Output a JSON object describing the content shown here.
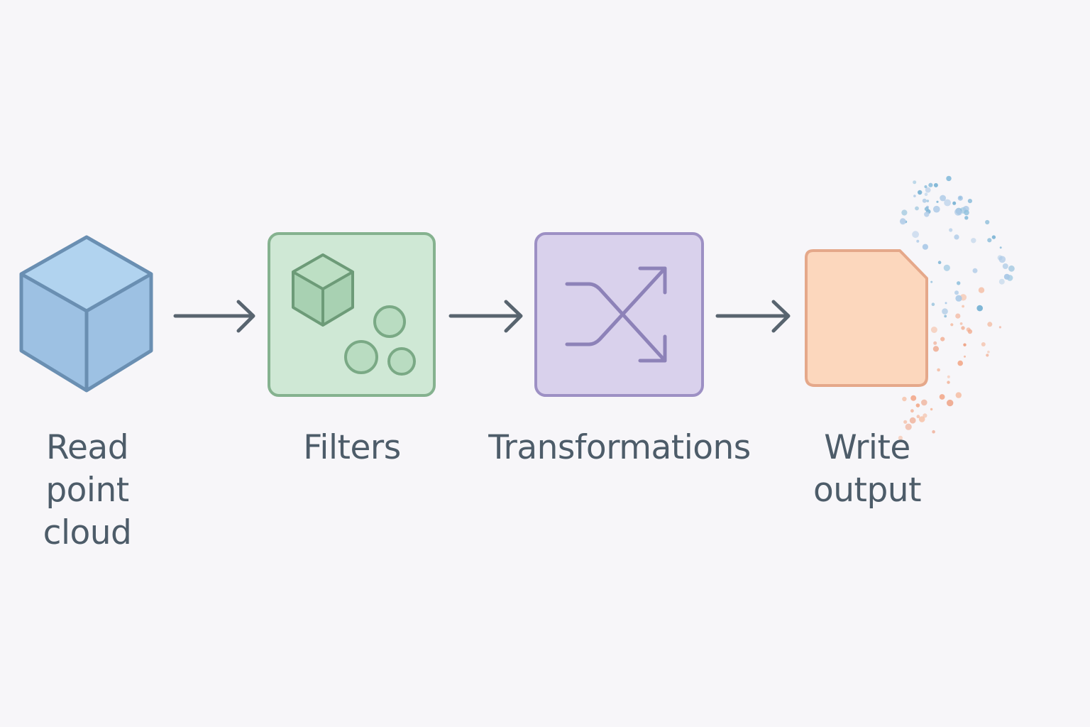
{
  "pipeline": {
    "steps": [
      {
        "label": "Read point cloud",
        "icon": "cube-icon",
        "fill": "#a6c8e8",
        "stroke": "#6a8fb2"
      },
      {
        "label": "Filters",
        "icon": "filter-icon",
        "fill": "#cfe8d5",
        "stroke": "#85b28f"
      },
      {
        "label": "Transformations",
        "icon": "shuffle-icon",
        "fill": "#d9d1ec",
        "stroke": "#9d90c4"
      },
      {
        "label": "Write output",
        "icon": "document-icon",
        "fill": "#fcd7bd",
        "stroke": "#e5a88a"
      }
    ],
    "arrow_color": "#58646f",
    "text_color": "#4d5c69"
  }
}
